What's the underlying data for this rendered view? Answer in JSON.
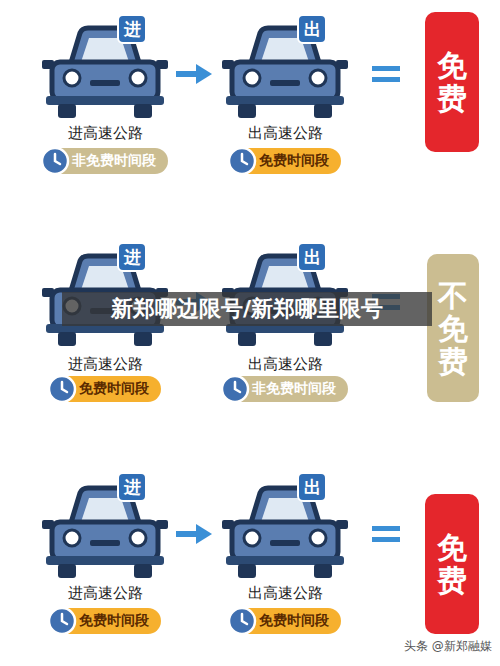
{
  "diagram": {
    "title": "新郑哪边限号/新郑哪里限号",
    "nodes": [
      {
        "text": [
          "进"
        ]
      },
      {
        "text": [
          "出"
        ]
      },
      {
        "text": [
          "免费"
        ]
      },
      {
        "text": [
          "非免费时间段"
        ]
      },
      {
        "text": [
          "免费时间段"
        ]
      },
      {
        "text": [
          "进"
        ]
      },
      {
        "text": [
          "出"
        ]
      },
      {
        "text": [
          "不免费"
        ]
      },
      {
        "text": [
          "免费时间段"
        ]
      },
      {
        "text": [
          "非免费时间段"
        ]
      },
      {
        "text": [
          "进"
        ]
      },
      {
        "text": [
          "出"
        ]
      },
      {
        "text": [
          "免费"
        ]
      },
      {
        "text": [
          "免费时间段"
        ]
      },
      {
        "text": [
          "免费时间段"
        ]
      }
    ],
    "labels": [
      "进高速公路",
      "出高速公路",
      "进高速公路",
      "出高速公路",
      "进高速公路",
      "出高速公路",
      "头条 @新郑融媒"
    ]
  }
}
